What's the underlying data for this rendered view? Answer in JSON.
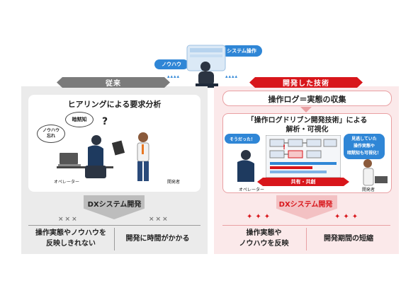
{
  "top": {
    "bubble_system": "システム操作",
    "bubble_knowhow": "ノウハウ"
  },
  "left": {
    "header": "従来",
    "box_title": "ヒアリングによる要求分析",
    "bubble_tacit": "暗黙知",
    "bubble_forget_l1": "ノウハウ",
    "bubble_forget_l2": "忘れ",
    "question": "?",
    "label_operator": "オペレーター",
    "label_developer": "開発者",
    "dx_label": "DXシステム開発",
    "marks": "×××",
    "result1_l1": "操作実態やノウハウを",
    "result1_l2": "反映しきれない",
    "result2": "開発に時間がかかる"
  },
  "right": {
    "header": "開発した技術",
    "log_title": "操作ログ＝実態の収集",
    "box_title_l1": "「操作ログドリブン開発技術」による",
    "box_title_l2": "解析・可視化",
    "bubble_realize": "そうだった！",
    "bubble_dev_l1": "見逃していた",
    "bubble_dev_l2": "操作実態や",
    "bubble_dev_l3": "暗黙知も可視化！",
    "share_label": "共有・共創",
    "label_operator": "オペレーター",
    "label_developer": "開発者",
    "dx_label": "DXシステム開発",
    "result1_l1": "操作実態や",
    "result1_l2": "ノウハウを反映",
    "result2": "開発期間の短縮"
  },
  "colors": {
    "red": "#d8161b",
    "blue": "#2f86d6",
    "gray": "#7b7b7b"
  }
}
